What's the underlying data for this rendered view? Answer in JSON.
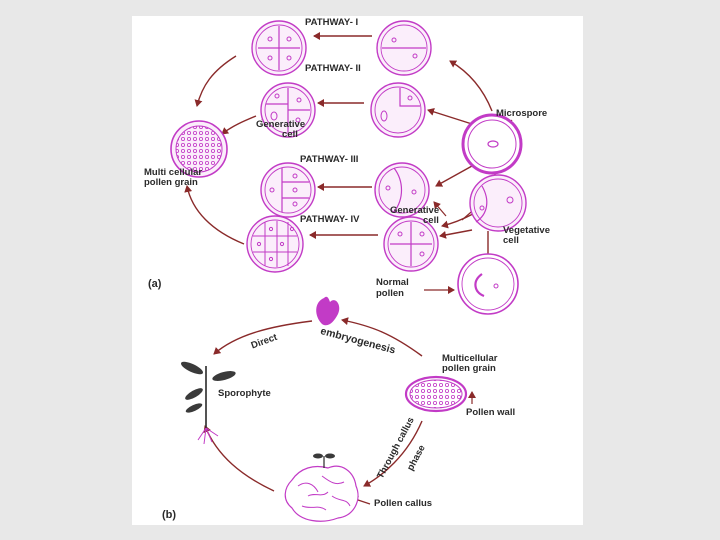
{
  "panel_a": {
    "letter": "(a)",
    "pathway_1": "PATHWAY- I",
    "pathway_2": "PATHWAY- II",
    "pathway_3": "PATHWAY- III",
    "pathway_4": "PATHWAY- IV",
    "microspore": "Microspore",
    "generative_cell_left_1": "Generative",
    "generative_cell_left_2": "cell",
    "multi_cellular_1": "Multi cellular",
    "multi_cellular_2": "pollen grain",
    "generative_cell_right_1": "Generative",
    "generative_cell_right_2": "cell",
    "vegetative_cell_1": "Vegetative",
    "vegetative_cell_2": "cell",
    "normal_pollen_1": "Normal",
    "normal_pollen_2": "pollen"
  },
  "panel_b": {
    "letter": "(b)",
    "direct": "Direct",
    "embryogenesis": "embryogenesis",
    "multicellular_1": "Multicellular",
    "multicellular_2": "pollen grain",
    "pollen_wall": "Pollen wall",
    "callus_phase_1": "Through callus",
    "callus_phase_2": "phase",
    "pollen_callus": "Pollen callus",
    "sporophyte": "Sporophyte"
  },
  "colors": {
    "cell_stroke": "#c23bc6",
    "cell_fill": "#f6dcf7",
    "arrow": "#8a2a2a",
    "text": "#2a2a2a",
    "leaf": "#3a3a3a"
  }
}
